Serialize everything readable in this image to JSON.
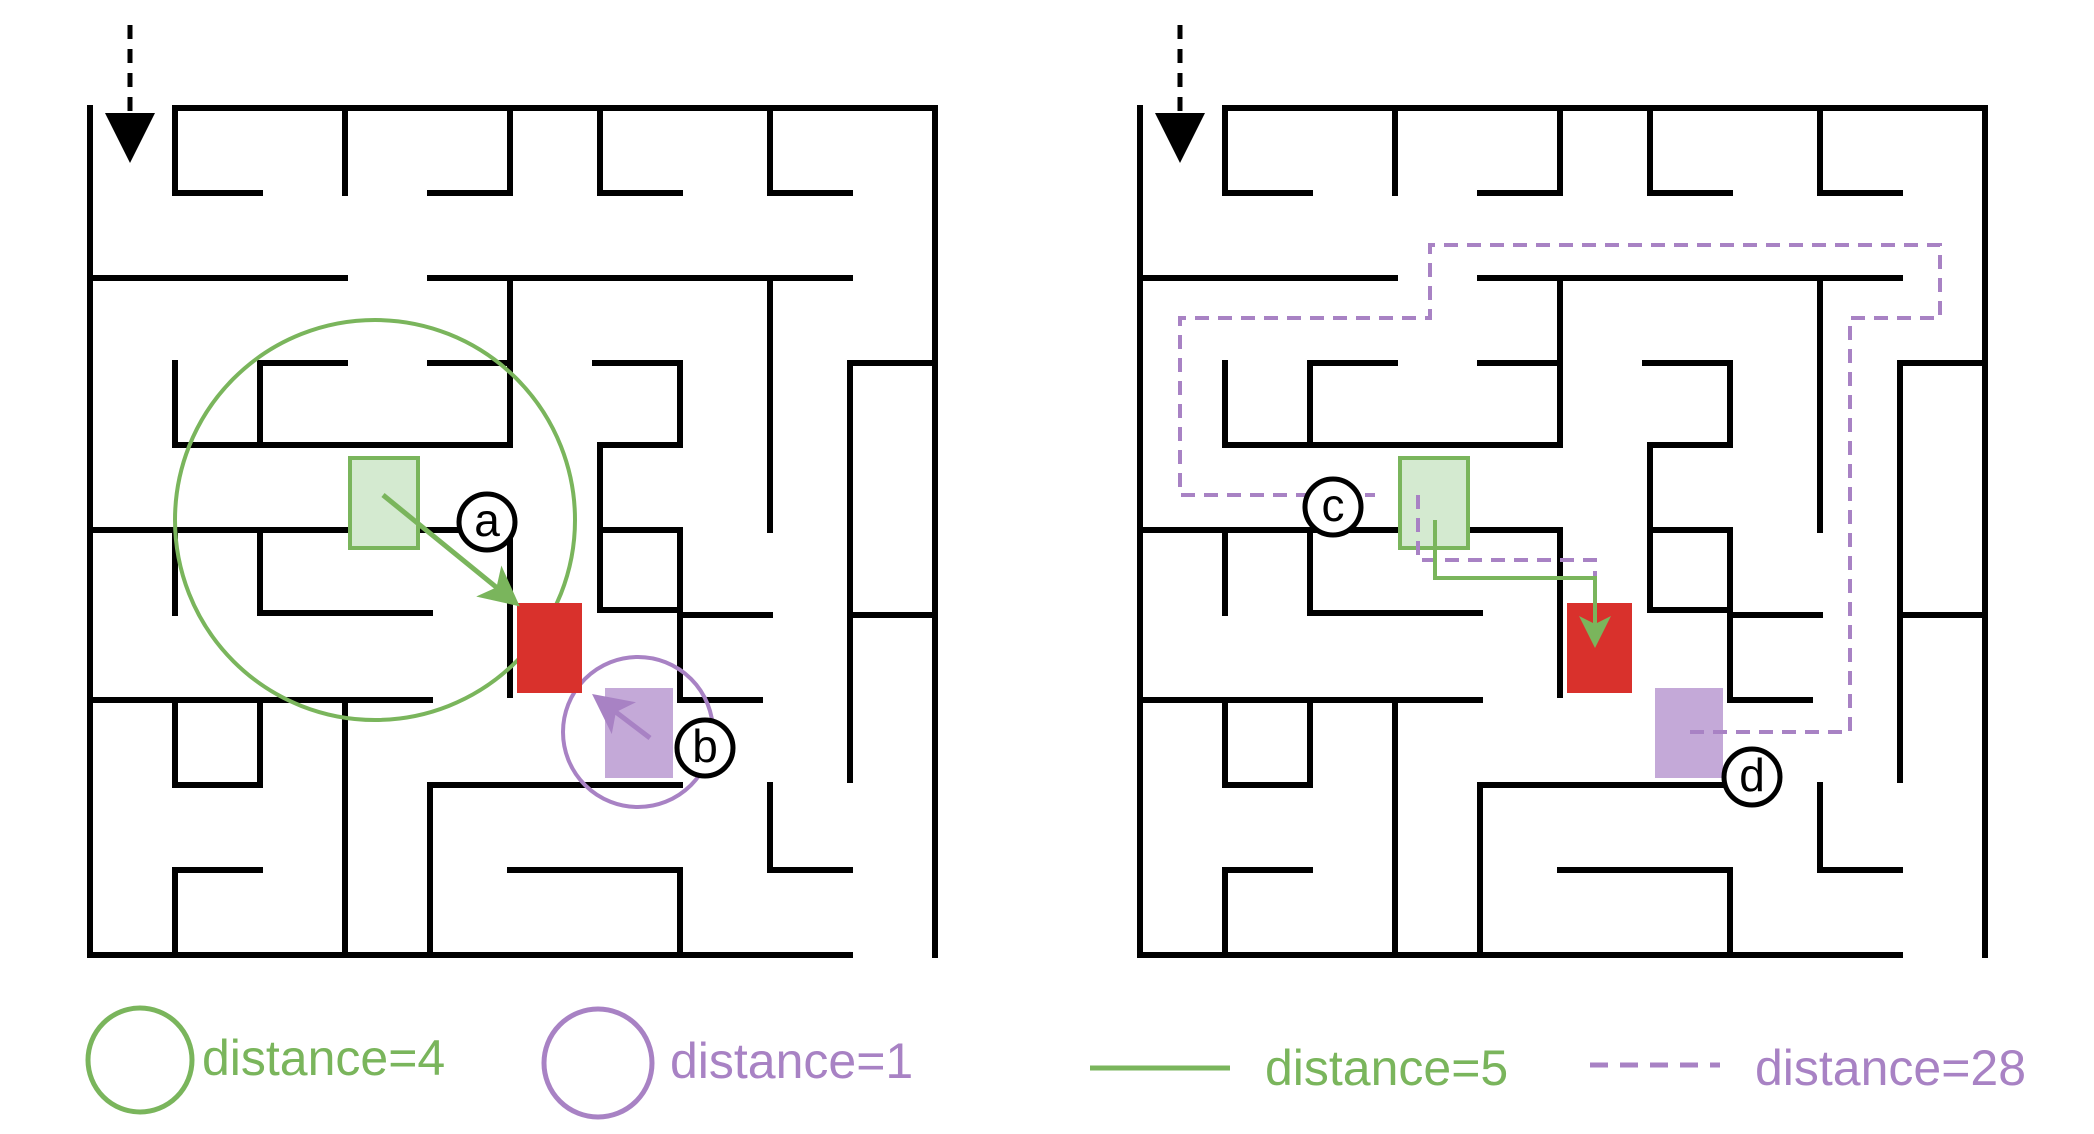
{
  "colors": {
    "green": "#7ab55c",
    "green_fill": "#d4ead0",
    "purple": "#a882c4",
    "purple_fill": "#c4a9d8",
    "red": "#d9312c",
    "wall": "#000000"
  },
  "panels": [
    {
      "markers": [
        "a",
        "b"
      ],
      "legend": [
        {
          "style": "circle",
          "color": "green",
          "label": "distance=4"
        },
        {
          "style": "circle",
          "color": "purple",
          "label": "distance=1"
        }
      ]
    },
    {
      "markers": [
        "c",
        "d"
      ],
      "legend": [
        {
          "style": "solid-line",
          "color": "green",
          "label": "distance=5"
        },
        {
          "style": "dashed-line",
          "color": "purple",
          "label": "distance=28"
        }
      ]
    }
  ]
}
